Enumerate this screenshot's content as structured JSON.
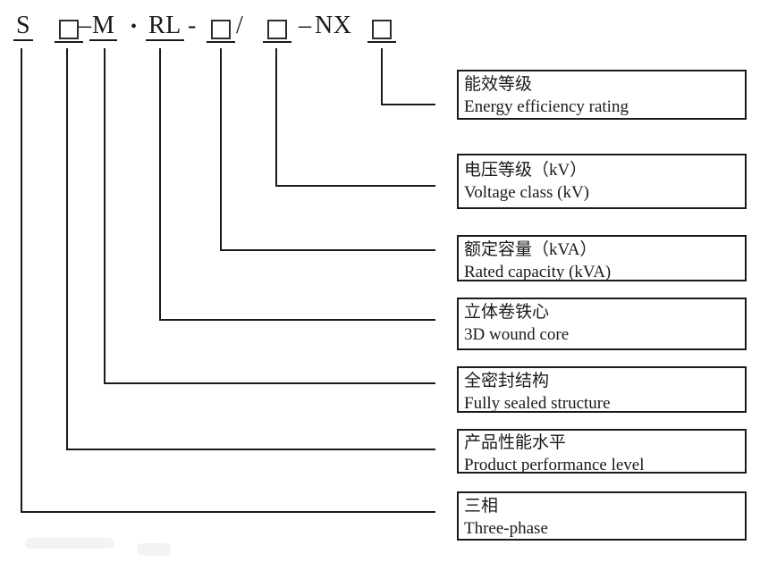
{
  "model_code": {
    "tokens": [
      {
        "text": "S"
      },
      {
        "text": "□",
        "glyph": "blank-box"
      },
      {
        "text": "–"
      },
      {
        "text": "M"
      },
      {
        "text": "•"
      },
      {
        "text": "RL"
      },
      {
        "text": "-"
      },
      {
        "text": "□",
        "glyph": "blank-box"
      },
      {
        "text": "/"
      },
      {
        "text": "□",
        "glyph": "blank-box"
      },
      {
        "text": "–"
      },
      {
        "text": "NX"
      },
      {
        "text": "□",
        "glyph": "blank-box"
      }
    ]
  },
  "legend": [
    {
      "zh": "能效等级",
      "en": "Energy efficiency rating"
    },
    {
      "zh": "电压等级（kV）",
      "en": "Voltage class (kV)"
    },
    {
      "zh": "额定容量（kVA）",
      "en": "Rated capacity (kVA)"
    },
    {
      "zh": "立体卷铁心",
      "en": "3D wound core"
    },
    {
      "zh": "全密封结构",
      "en": "Fully sealed structure"
    },
    {
      "zh": "产品性能水平",
      "en": "Product performance level"
    },
    {
      "zh": "三相",
      "en": "Three-phase"
    }
  ],
  "colors": {
    "ink": "#1a1a1a",
    "background": "#ffffff",
    "glyph_box_border": "#2b2b33"
  }
}
